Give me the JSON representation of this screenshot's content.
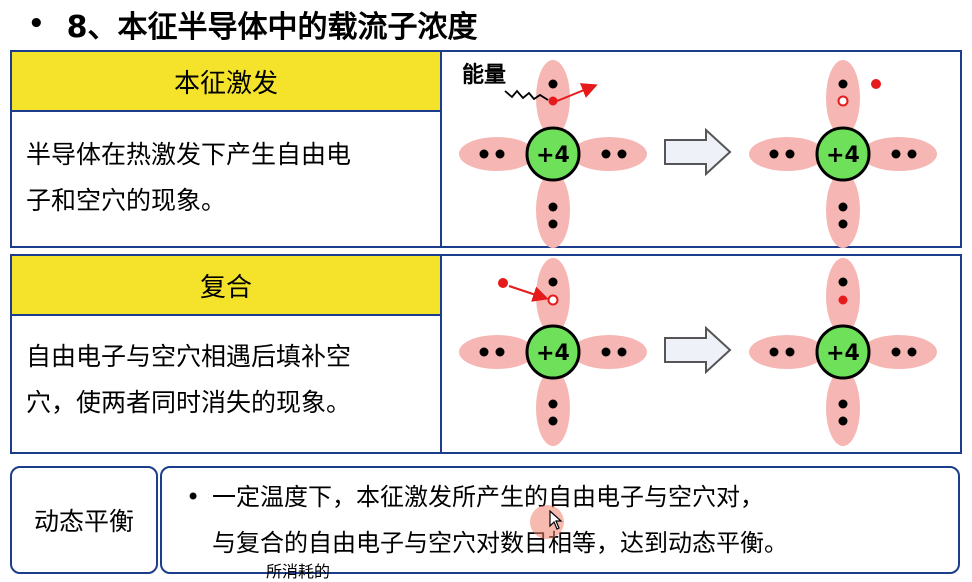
{
  "title": {
    "bullet": "•",
    "text": "8、本征半导体中的载流子浓度"
  },
  "sections": {
    "excitation": {
      "label": "本征激发",
      "desc_line1": "半导体在热激发下产生自由电",
      "desc_line2": "子和空穴的现象。",
      "energy_label": "能量",
      "nucleus": "+4"
    },
    "recombination": {
      "label": "复合",
      "desc_line1": "自由电子与空穴相遇后填补空",
      "desc_line2": "穴，使两者同时消失的现象。",
      "nucleus": "+4"
    }
  },
  "equilibrium": {
    "label": "动态平衡",
    "bullet": "•",
    "line1": "一定温度下，本征激发所产生的自由电子与空穴对，",
    "line2": "与复合的自由电子与空穴对数目相等，达到动态平衡。"
  },
  "caption": "所消耗的",
  "colors": {
    "panel_border": "#1c3d8c",
    "label_bg": "#f4e32a",
    "orbital": "#f6b6b3",
    "nucleus": "#6ee05a",
    "electron": "#000000",
    "free_electron": "#e61a1a",
    "arrow_fill": "#eef1f8"
  }
}
